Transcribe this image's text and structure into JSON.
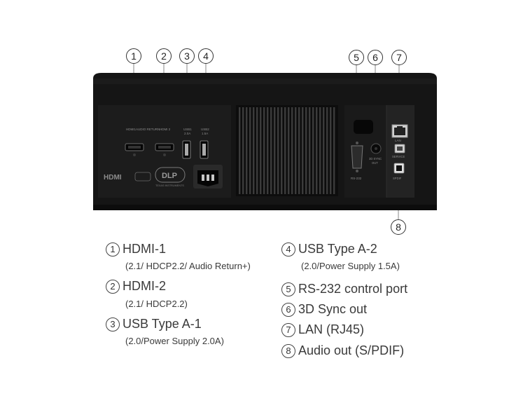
{
  "callout_numbers": [
    "1",
    "2",
    "3",
    "4",
    "5",
    "6",
    "7",
    "8"
  ],
  "panel": {
    "port_labels": {
      "hdmi1": "HDMI1",
      "audio_return": "AUDIO RETURN",
      "hdmi2": "HDMI 2",
      "usb1": "USB1",
      "usb1_power": "2.0A",
      "usb2": "USB2",
      "usb2_power": "1.5A",
      "rs232": "RS-232",
      "sync": "3D SYNC",
      "sync_sub": "OUT",
      "lan": "LAN",
      "service": "SERVICE",
      "spdif": "SPDIF"
    },
    "logos": {
      "hdmi": "HDMI",
      "dlp": "DLP",
      "ti": "TEXAS INSTRUMENTS"
    }
  },
  "legend": {
    "left": [
      {
        "num": "1",
        "title": "HDMI-1",
        "sub": "(2.1/ HDCP2.2/ Audio Return+)"
      },
      {
        "num": "2",
        "title": "HDMI-2",
        "sub": "(2.1/ HDCP2.2)"
      },
      {
        "num": "3",
        "title": "USB Type A-1",
        "sub": "(2.0/Power Supply 2.0A)"
      }
    ],
    "right": [
      {
        "num": "4",
        "title": "USB Type A-2",
        "sub": "(2.0/Power Supply 1.5A)"
      },
      {
        "num": "5",
        "title": "RS-232 control port"
      },
      {
        "num": "6",
        "title": "3D Sync out"
      },
      {
        "num": "7",
        "title": "LAN (RJ45)"
      },
      {
        "num": "8",
        "title": "Audio out (S/PDIF)"
      }
    ]
  }
}
